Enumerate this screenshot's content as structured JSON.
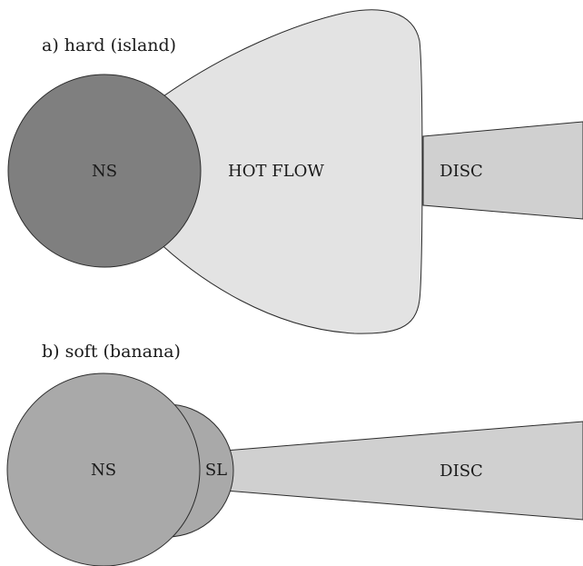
{
  "panels": {
    "hard": {
      "title": "a) hard (island)",
      "ns_label": "NS",
      "flow_label": "HOT FLOW",
      "disc_label": "DISC"
    },
    "soft": {
      "title": "b) soft (banana)",
      "ns_label": "NS",
      "layer_label": "SL",
      "disc_label": "DISC"
    }
  },
  "colors": {
    "ns_hard": "#7f7f7f",
    "ns_soft": "#a9a9a9",
    "spreading_layer": "#a9a9a9",
    "hot_flow": "#e3e3e3",
    "disc": "#d0d0d0",
    "outline": "#2b2b2b"
  }
}
